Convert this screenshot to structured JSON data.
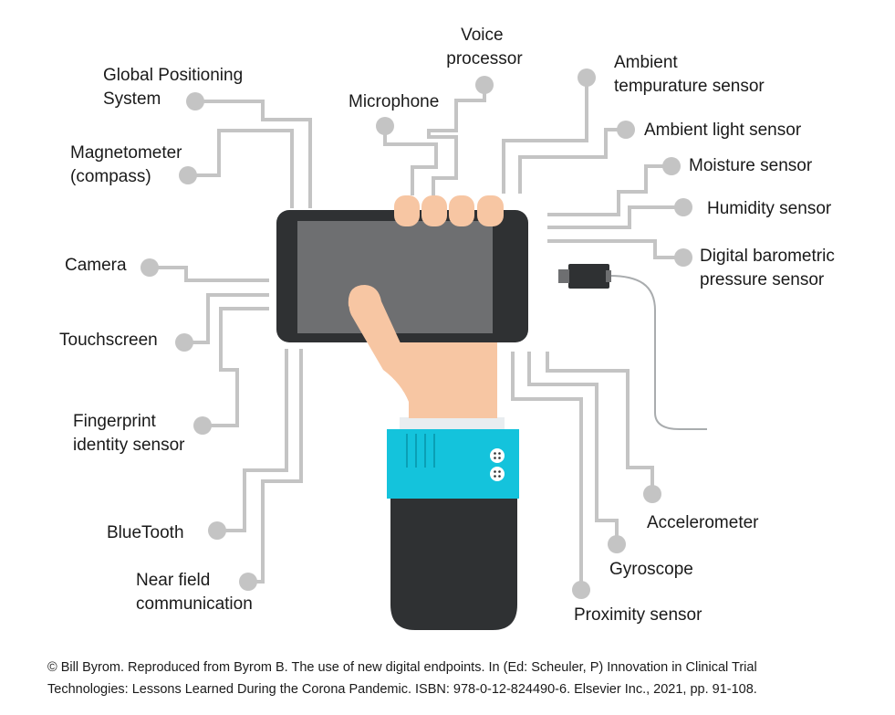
{
  "labels": {
    "gps": [
      "Global Positioning",
      "System"
    ],
    "magnetometer": [
      "Magnetometer",
      "(compass)"
    ],
    "camera": "Camera",
    "touchscreen": "Touchscreen",
    "fingerprint": [
      "Fingerprint",
      "identity sensor"
    ],
    "bluetooth": "BlueTooth",
    "nfc": [
      "Near field",
      "communication"
    ],
    "microphone": "Microphone",
    "voice_processor": [
      "Voice",
      "processor"
    ],
    "ambient_temperature": [
      "Ambient",
      "tempurature sensor"
    ],
    "ambient_light": "Ambient light sensor",
    "moisture": "Moisture sensor",
    "humidity": "Humidity sensor",
    "barometric": [
      "Digital barometric",
      "pressure sensor"
    ],
    "accelerometer": "Accelerometer",
    "gyroscope": "Gyroscope",
    "proximity": "Proximity sensor"
  },
  "credit": {
    "line1": "© Bill Byrom.  Reproduced from Byrom B. The use of new digital endpoints.  In (Ed: Scheuler, P) Innovation in Clinical Trial",
    "line2": "Technologies: Lessons Learned During the Corona Pandemic.  ISBN: 978-0-12-824490-6. Elsevier Inc., 2021, pp. 91-108."
  },
  "colors": {
    "wire": "#c4c4c4",
    "phone_body": "#2f3133",
    "phone_screen": "#6e6f71",
    "skin": "#f7c6a3",
    "cuff": "#14c3dc",
    "sleeve": "#2f3133",
    "shirt_edge": "#e9edf0"
  }
}
